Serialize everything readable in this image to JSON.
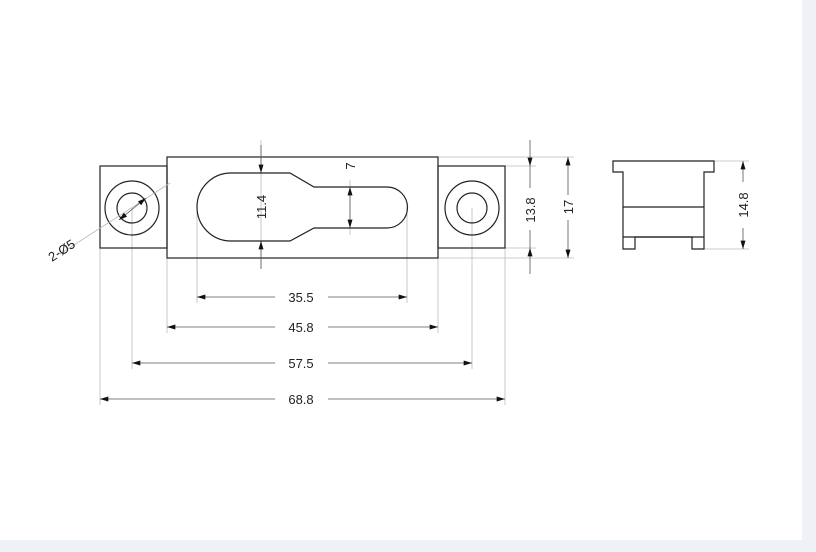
{
  "drawing": {
    "dimensions": {
      "slot_length": "35.5",
      "body_length": "45.8",
      "hole_spacing": "57.5",
      "overall_length": "68.8",
      "slot_width": "11.4",
      "slot_narrow_width": "7",
      "tab_height": "13.8",
      "body_height": "17",
      "side_height": "14.8",
      "hole_callout": "2-Ø5"
    }
  }
}
